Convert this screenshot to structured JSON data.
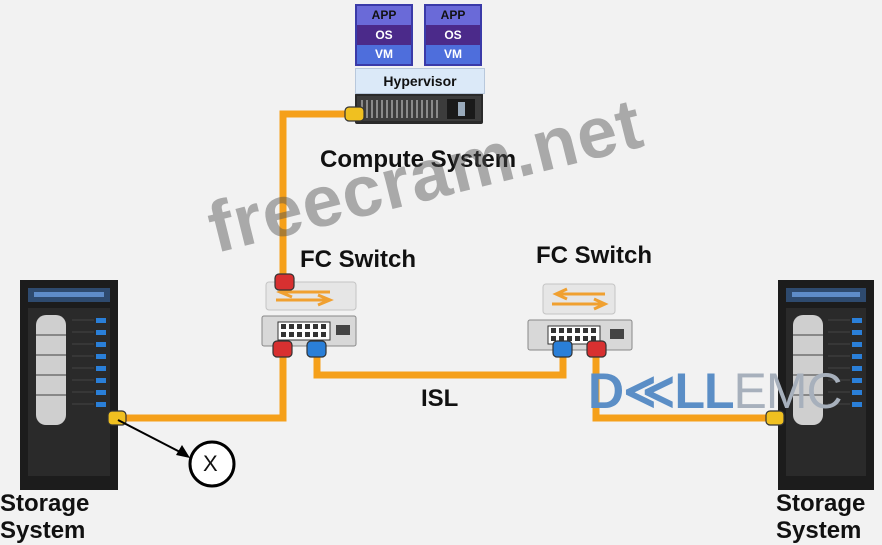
{
  "diagram": {
    "compute": {
      "vm_stacks": [
        {
          "app": "APP",
          "os": "OS",
          "vm": "VM"
        },
        {
          "app": "APP",
          "os": "OS",
          "vm": "VM"
        }
      ],
      "hypervisor_label": "Hypervisor",
      "label": "Compute System"
    },
    "switches": [
      {
        "label": "FC Switch"
      },
      {
        "label": "FC Switch"
      }
    ],
    "isl_label": "ISL",
    "storage": [
      {
        "label_line1": "Storage",
        "label_line2": "System"
      },
      {
        "label_line1": "Storage",
        "label_line2": "System"
      }
    ],
    "failure_marker": "X",
    "watermark": "freecram.net",
    "logo": {
      "part1": "D≪LL",
      "part2": "EMC"
    },
    "colors": {
      "link": "#f5a01a",
      "port_yellow": "#f0c020",
      "port_red": "#d83030",
      "port_blue": "#2a7fd8",
      "background": "#f2f2f2"
    }
  }
}
